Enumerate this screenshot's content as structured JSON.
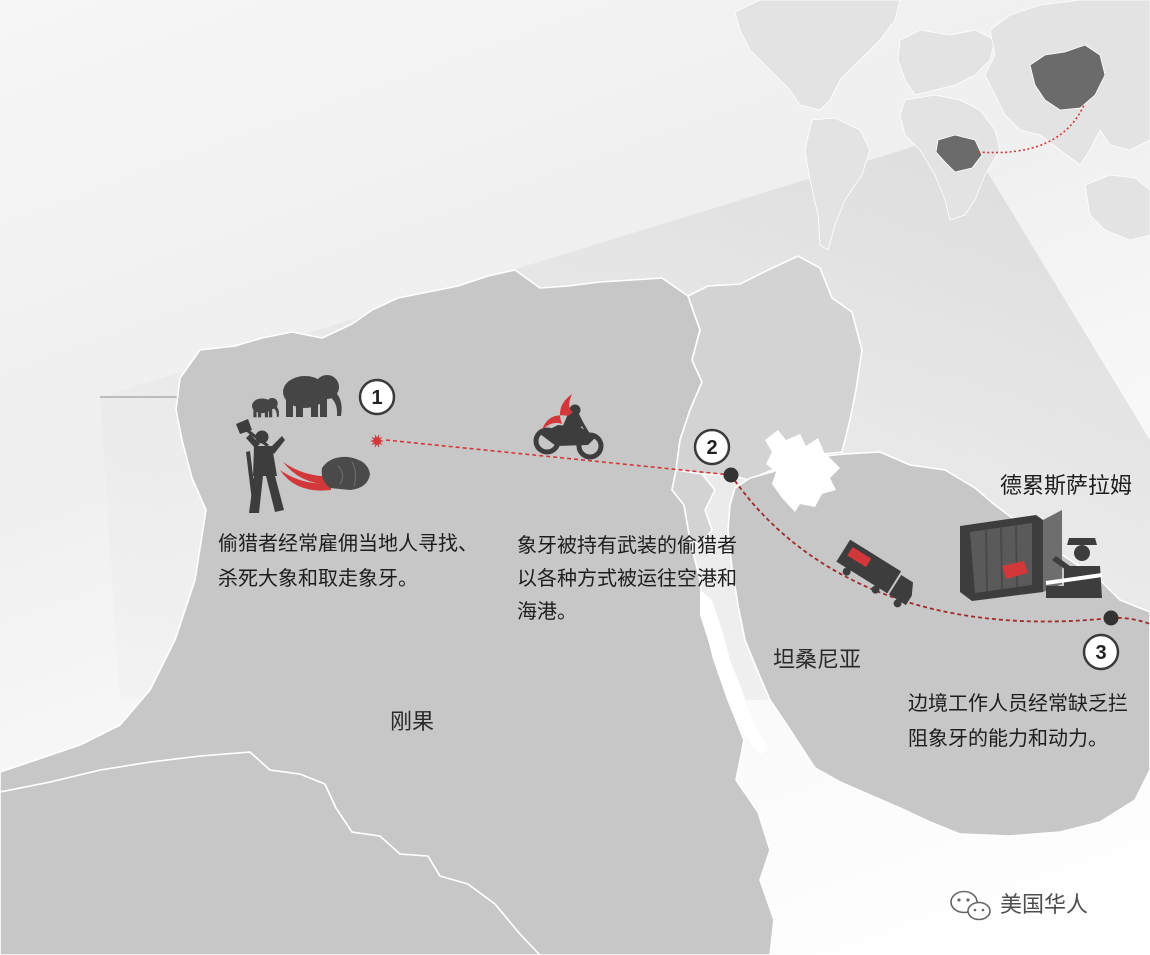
{
  "labels": {
    "port_city": "德累斯萨拉姆",
    "country_tanzania": "坦桑尼亚",
    "country_congo": "刚果"
  },
  "steps": [
    {
      "number": "1",
      "lines": [
        "偷猎者经常雇佣当地人寻找、",
        "杀死大象和取走象牙。"
      ]
    },
    {
      "number": "2",
      "lines": [
        "象牙被持有武装的偷猎者",
        "以各种方式被运往空港和",
        "海港。"
      ]
    },
    {
      "number": "3",
      "lines": [
        "边境工作人员经常缺乏拦",
        "阻象牙的能力和动力。"
      ]
    }
  ],
  "watermark": {
    "text": "美国华人",
    "icon": "wechat-icon"
  },
  "icons": {
    "step1": [
      "elephant-icon",
      "poacher-icon",
      "tusk-icon",
      "kill-site-marker-icon"
    ],
    "step2": [
      "motorcycle-icon"
    ],
    "step3": [
      "truck-icon",
      "shipping-container-icon",
      "customs-officer-icon"
    ],
    "inset": "world-map-icon"
  },
  "colors": {
    "map_fill": "#c7c7c8",
    "neighbor_fill": "#d3d3d4",
    "world_fill": "#e3e3e3",
    "highlight_dark": "#6b6b6b",
    "route_red": "#d2383a",
    "route_dark_red": "#9e2a2b",
    "icon_dark": "#3d3d3d",
    "text_dark": "#1d1d1d"
  }
}
